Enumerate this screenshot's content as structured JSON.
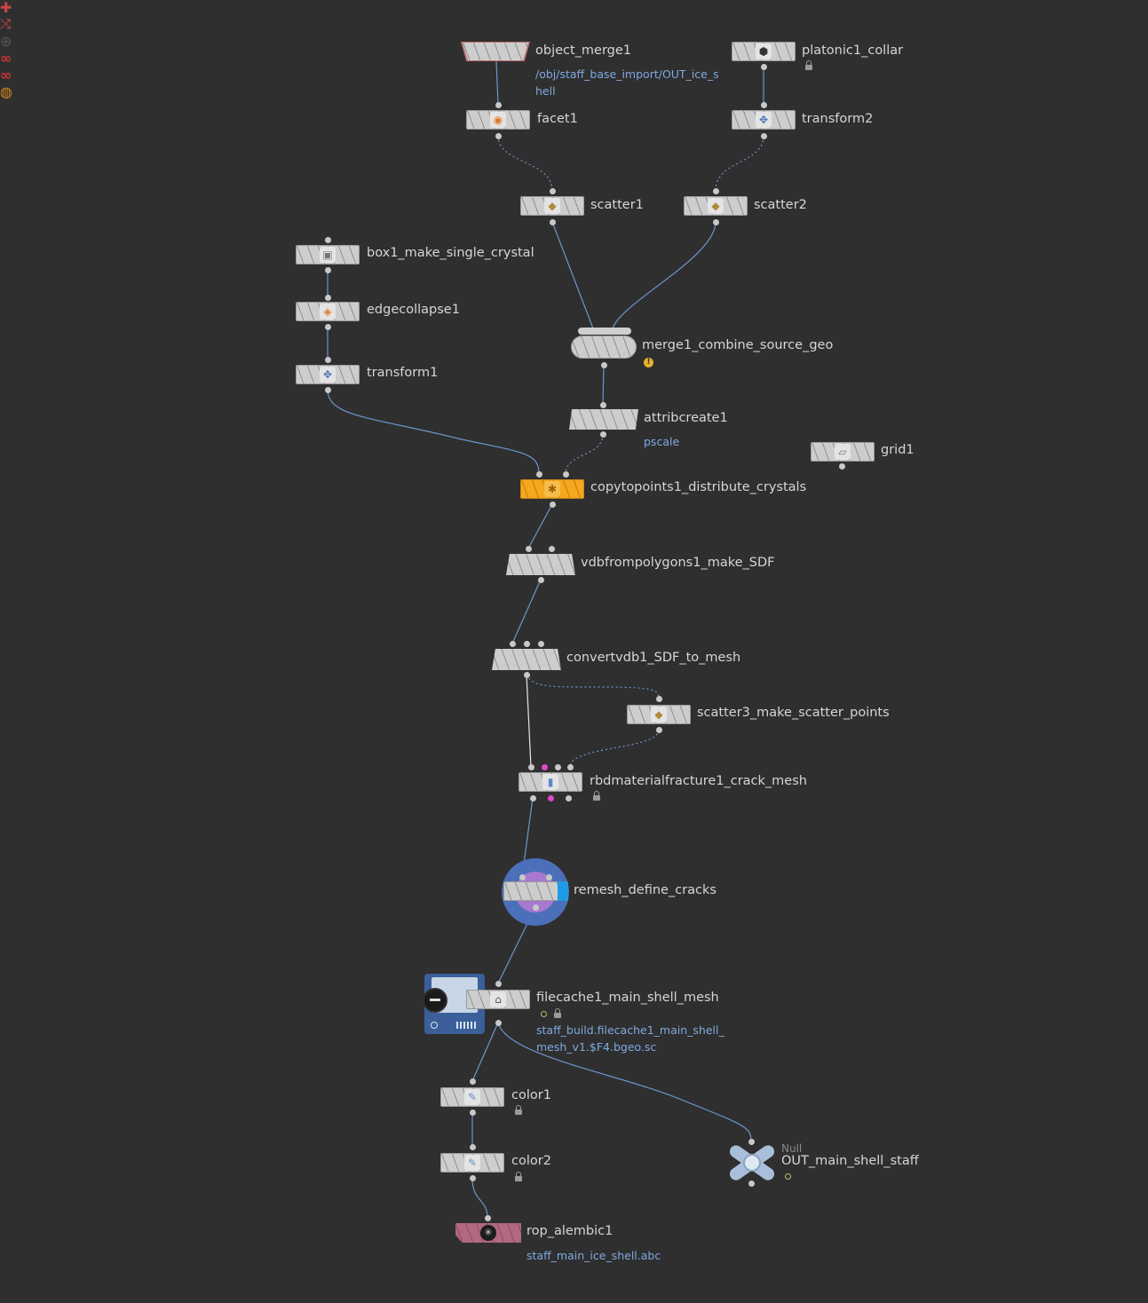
{
  "network": {
    "nodes": [
      {
        "id": "object_merge1",
        "label": "object_merge1",
        "sub": [
          "/obj/staff_base_import/OUT_ice_s",
          "hell"
        ],
        "glyph": "merge-object-icon"
      },
      {
        "id": "platonic1_collar",
        "label": "platonic1_collar",
        "glyph": "platonic-icon",
        "flags": [
          "lock"
        ]
      },
      {
        "id": "facet1",
        "label": "facet1",
        "glyph": "facet-icon"
      },
      {
        "id": "transform2",
        "label": "transform2",
        "glyph": "transform-icon"
      },
      {
        "id": "scatter1",
        "label": "scatter1",
        "glyph": "scatter-icon"
      },
      {
        "id": "scatter2",
        "label": "scatter2",
        "glyph": "scatter-icon"
      },
      {
        "id": "box1_make_single_crystal",
        "label": "box1_make_single_crystal",
        "glyph": "box-icon"
      },
      {
        "id": "edgecollapse1",
        "label": "edgecollapse1",
        "glyph": "edgecollapse-icon"
      },
      {
        "id": "transform1",
        "label": "transform1",
        "glyph": "transform-icon"
      },
      {
        "id": "merge1_combine_source_geo",
        "label": "merge1_combine_source_geo",
        "glyph": "merge-icon",
        "flags": [
          "warning"
        ]
      },
      {
        "id": "attribcreate1",
        "label": "attribcreate1",
        "sub": [
          "pscale"
        ],
        "glyph": "attribcreate-icon"
      },
      {
        "id": "grid1",
        "label": "grid1",
        "glyph": "grid-icon"
      },
      {
        "id": "copytopoints1",
        "label": "copytopoints1_distribute_crystals",
        "glyph": "copytopoints-icon",
        "state": "display"
      },
      {
        "id": "vdbfrompolygons1",
        "label": "vdbfrompolygons1_make_SDF",
        "glyph": "vdb-icon"
      },
      {
        "id": "convertvdb1",
        "label": "convertvdb1_SDF_to_mesh",
        "glyph": "vdb-icon"
      },
      {
        "id": "scatter3",
        "label": "scatter3_make_scatter_points",
        "glyph": "scatter-icon"
      },
      {
        "id": "rbdmaterialfracture1",
        "label": "rbdmaterialfracture1_crack_mesh",
        "glyph": "fracture-icon",
        "flags": [
          "lock"
        ]
      },
      {
        "id": "remesh",
        "label": "remesh_define_cracks",
        "glyph": "remesh-icon",
        "state": "selected"
      },
      {
        "id": "filecache1",
        "label": "filecache1_main_shell_mesh",
        "sub": [
          "staff_build.filecache1_main_shell_",
          "mesh_v1.$F4.bgeo.sc"
        ],
        "glyph": "filecache-icon",
        "flags": [
          "ring",
          "lock"
        ]
      },
      {
        "id": "color1",
        "label": "color1",
        "glyph": "color-icon",
        "flags": [
          "lock"
        ]
      },
      {
        "id": "color2",
        "label": "color2",
        "glyph": "color-icon",
        "flags": [
          "lock"
        ]
      },
      {
        "id": "out_main",
        "label": "OUT_main_shell_staff",
        "type": "Null",
        "glyph": "null-icon",
        "flags": [
          "ring"
        ]
      },
      {
        "id": "rop_alembic1",
        "label": "rop_alembic1",
        "sub": [
          "staff_main_ice_shell.abc"
        ],
        "glyph": "alembic-icon"
      }
    ],
    "edges": [
      {
        "from": "object_merge1",
        "to": "facet1",
        "style": "solid"
      },
      {
        "from": "platonic1_collar",
        "to": "transform2",
        "style": "solid"
      },
      {
        "from": "facet1",
        "to": "scatter1",
        "style": "dotted"
      },
      {
        "from": "transform2",
        "to": "scatter2",
        "style": "dotted"
      },
      {
        "from": "scatter1",
        "to": "merge1_combine_source_geo",
        "style": "solid"
      },
      {
        "from": "scatter2",
        "to": "merge1_combine_source_geo",
        "style": "solid"
      },
      {
        "from": "box1_make_single_crystal",
        "to": "edgecollapse1",
        "style": "solid"
      },
      {
        "from": "edgecollapse1",
        "to": "transform1",
        "style": "solid"
      },
      {
        "from": "merge1_combine_source_geo",
        "to": "attribcreate1",
        "style": "solid"
      },
      {
        "from": "transform1",
        "to": "copytopoints1",
        "style": "solid"
      },
      {
        "from": "attribcreate1",
        "to": "copytopoints1",
        "style": "dotted"
      },
      {
        "from": "copytopoints1",
        "to": "vdbfrompolygons1",
        "style": "solid"
      },
      {
        "from": "vdbfrompolygons1",
        "to": "convertvdb1",
        "style": "solid"
      },
      {
        "from": "convertvdb1",
        "to": "scatter3",
        "style": "dotted"
      },
      {
        "from": "convertvdb1",
        "to": "rbdmaterialfracture1",
        "style": "solid-white"
      },
      {
        "from": "scatter3",
        "to": "rbdmaterialfracture1",
        "style": "dotted"
      },
      {
        "from": "rbdmaterialfracture1",
        "to": "remesh",
        "style": "solid"
      },
      {
        "from": "remesh",
        "to": "filecache1",
        "style": "solid"
      },
      {
        "from": "filecache1",
        "to": "color1",
        "style": "solid"
      },
      {
        "from": "filecache1",
        "to": "out_main",
        "style": "solid"
      },
      {
        "from": "color1",
        "to": "color2",
        "style": "solid"
      },
      {
        "from": "color2",
        "to": "rop_alembic1",
        "style": "solid"
      }
    ],
    "colors": {
      "background": "#2f2f2f",
      "wire": "#6d95d0",
      "display_flag": "#f5a81f",
      "selected_ring": "#4b6fb8",
      "selected_inner": "#a779cf",
      "rop": "#b2687f",
      "label": "#d6d6d6",
      "sublabel": "#7fa9e0"
    }
  }
}
